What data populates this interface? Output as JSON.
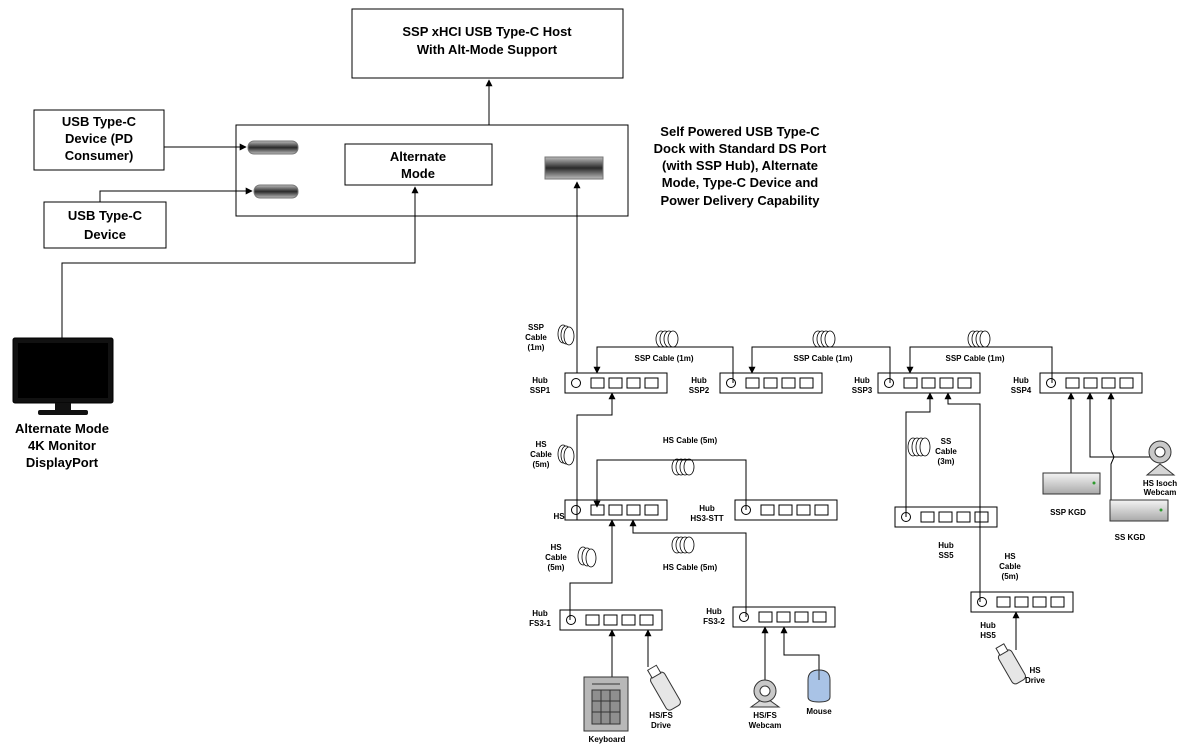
{
  "host": {
    "line1": "SSP xHCI USB Type-C Host",
    "line2": "With Alt-Mode Support"
  },
  "pd_device": {
    "line1": "USB Type-C",
    "line2": "Device (PD",
    "line3": "Consumer)"
  },
  "typec_device": {
    "line1": "USB Type-C",
    "line2": "Device"
  },
  "alt_mode": {
    "line1": "Alternate",
    "line2": "Mode"
  },
  "dock_desc": {
    "line1": "Self Powered USB Type-C",
    "line2": "Dock with Standard DS Port",
    "line3": "(with SSP Hub), Alternate",
    "line4": "Mode, Type-C Device and",
    "line5": "Power Delivery Capability"
  },
  "monitor": {
    "line1": "Alternate Mode",
    "line2": "4K Monitor",
    "line3": "DisplayPort"
  },
  "cables": {
    "ssp_cable_vertical": {
      "line1": "SSP",
      "line2": "Cable",
      "line3": "(1m)"
    },
    "ssp_cable_1": "SSP Cable (1m)",
    "ssp_cable_2": "SSP Cable (1m)",
    "ssp_cable_3": "SSP Cable (1m)",
    "hs_cable_vertical": {
      "line1": "HS",
      "line2": "Cable",
      "line3": "(5m)"
    },
    "hs_cable_top": "HS Cable (5m)",
    "hs_cable_bottom": "HS Cable (5m)",
    "hs_cable_lower": {
      "line1": "HS",
      "line2": "Cable",
      "line3": "(5m)"
    },
    "ss_cable": {
      "line1": "SS",
      "line2": "Cable",
      "line3": "(3m)"
    },
    "hs_cable_hs5": {
      "line1": "HS",
      "line2": "Cable",
      "line3": "(5m)"
    }
  },
  "hubs": {
    "ssp1": {
      "line1": "Hub",
      "line2": "SSP1"
    },
    "ssp2": {
      "line1": "Hub",
      "line2": "SSP2"
    },
    "ssp3": {
      "line1": "Hub",
      "line2": "SSP3"
    },
    "ssp4": {
      "line1": "Hub",
      "line2": "SSP4"
    },
    "hs": {
      "line1": "HS"
    },
    "hs3_stt": {
      "line1": "Hub",
      "line2": "HS3-STT"
    },
    "ss5": {
      "line1": "Hub",
      "line2": "SS5"
    },
    "hs5": {
      "line1": "Hub",
      "line2": "HS5"
    },
    "fs3_1": {
      "line1": "Hub",
      "line2": "FS3-1"
    },
    "fs3_2": {
      "line1": "Hub",
      "line2": "FS3-2"
    }
  },
  "devices": {
    "keyboard": "Keyboard",
    "hsfs_drive": {
      "line1": "HS/FS",
      "line2": "Drive"
    },
    "hsfs_webcam": {
      "line1": "HS/FS",
      "line2": "Webcam"
    },
    "mouse": "Mouse",
    "ssp_kgd": "SSP KGD",
    "ss_kgd": "SS KGD",
    "hs_isoch_webcam": {
      "line1": "HS Isoch",
      "line2": "Webcam"
    },
    "hs_drive": {
      "line1": "HS",
      "line2": "Drive"
    }
  }
}
